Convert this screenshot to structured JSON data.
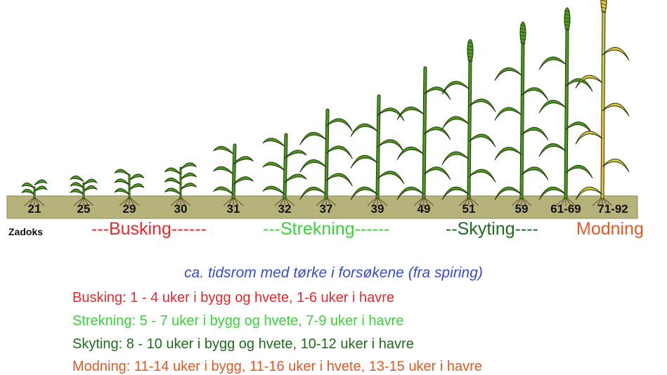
{
  "colors": {
    "ground": "#b5b37a",
    "plant_green": "#4f9a1e",
    "plant_outline": "#1f3a0a",
    "mature_yellow": "#e8c23a",
    "busking": "#e8282a",
    "strekning": "#3ad23a",
    "skyting": "#1e6b1e",
    "modning": "#e05a24",
    "caption": "#3a4bc8"
  },
  "scale_label": "Zadoks",
  "stages": [
    "21",
    "25",
    "29",
    "30",
    "31",
    "32",
    "37",
    "39",
    "49",
    "51",
    "59",
    "61-69",
    "71-92"
  ],
  "phases": [
    {
      "label": "---Busking------",
      "color": "#e8282a"
    },
    {
      "label": "---Strekning------",
      "color": "#3ad23a"
    },
    {
      "label": "--Skyting----",
      "color": "#1e6b1e"
    },
    {
      "label": "Modning",
      "color": "#e05a24"
    }
  ],
  "caption": "ca. tidsrom med tørke i forsøkene (fra spiring)",
  "durations": [
    {
      "text": "Busking:   1 - 4 uker i bygg og hvete, 1-6 uker i havre",
      "color": "#e8282a"
    },
    {
      "text": "Strekning: 5 - 7 uker i bygg og hvete, 7-9 uker i havre",
      "color": "#3ad23a"
    },
    {
      "text": "Skyting:    8 - 10 uker i bygg og hvete, 10-12 uker i havre",
      "color": "#1e6b1e"
    },
    {
      "text": "Modning: 11-14 uker i bygg, 11-16 uker i hvete, 13-15 uker i havre",
      "color": "#e05a24"
    }
  ]
}
